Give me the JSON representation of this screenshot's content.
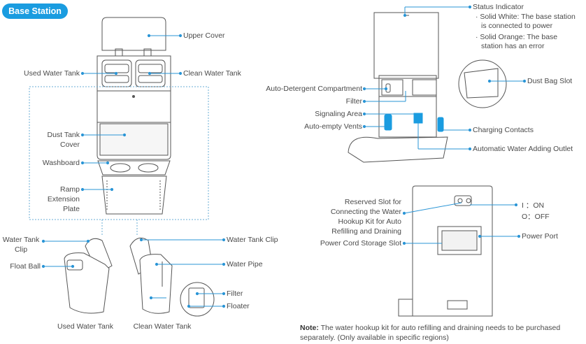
{
  "title": "Base Station",
  "labels": {
    "upper_cover": "Upper Cover",
    "used_water_tank": "Used Water Tank",
    "clean_water_tank": "Clean Water Tank",
    "dust_tank_line1": "Dust Tank",
    "dust_tank_line2": "Cover",
    "washboard": "Washboard",
    "ramp_line1": "Ramp",
    "ramp_line2": "Extension",
    "ramp_line3": "Plate",
    "water_tank_clip_line1": "Water Tank",
    "water_tank_clip_line2": "Clip",
    "water_tank_clip": "Water Tank Clip",
    "float_ball": "Float Ball",
    "water_pipe": "Water Pipe",
    "filter": "Filter",
    "floater": "Floater",
    "caption_used": "Used Water Tank",
    "caption_clean": "Clean Water Tank",
    "status_indicator": "Status Indicator",
    "status_white_1": "· Solid White: The base station",
    "status_white_2": "is connected to power",
    "status_orange_1": "· Solid Orange: The base",
    "status_orange_2": "station has an error",
    "auto_detergent": "Auto-Detergent Compartment",
    "signaling_area": "Signaling Area",
    "auto_empty_vents": "Auto-empty Vents",
    "charging_contacts": "Charging Contacts",
    "auto_water_outlet": "Automatic Water Adding Outlet",
    "dust_bag_slot": "Dust Bag Slot",
    "reserved_1": "Reserved Slot for",
    "reserved_2": "Connecting the Water",
    "reserved_3": "Hookup Kit for Auto",
    "reserved_4": "Refilling and Draining",
    "power_cord_storage": "Power Cord Storage Slot",
    "switch_on": "I ：ON",
    "switch_off": "O：OFF",
    "power_port": "Power Port"
  },
  "note": {
    "prefix": "Note:",
    "text": "The water hookup kit for auto refilling and draining needs to be purchased separately. (Only available in specific regions)"
  }
}
